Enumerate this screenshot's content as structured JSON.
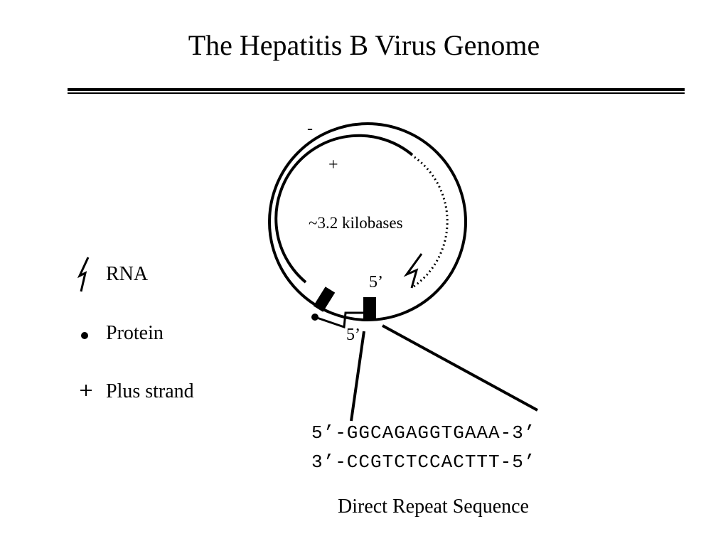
{
  "title": "The Hepatitis B Virus Genome",
  "legend": [
    {
      "icon": "rna-zigzag-icon",
      "label": "RNA"
    },
    {
      "icon": "protein-dot-icon",
      "label": "Protein"
    },
    {
      "icon": "plus-sign-icon",
      "label": "Plus strand"
    }
  ],
  "genome": {
    "minus_label": "-",
    "plus_label": "+",
    "size_label": "~3.2 kilobases",
    "five_prime_upper": "5’",
    "five_prime_lower": "5’"
  },
  "sequence": {
    "top_strand": "5’-GGCAGAGGTGAAA-3’",
    "bottom_strand": "3’-CCGTCTCCACTTT-5’",
    "caption": "Direct Repeat Sequence"
  }
}
